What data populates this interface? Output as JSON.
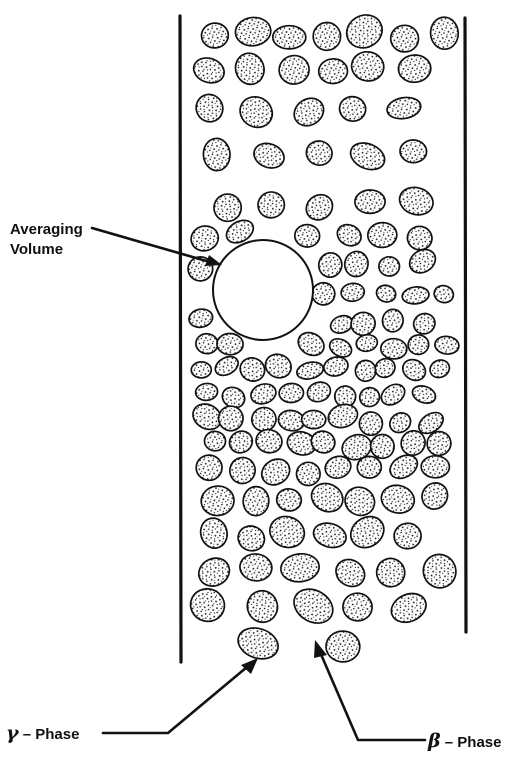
{
  "figure": {
    "labels": {
      "averaging_volume_line1": "Averaging",
      "averaging_volume_line2": "Volume",
      "gamma_symbol": "γ",
      "gamma_suffix": " – Phase",
      "beta_symbol": "β",
      "beta_suffix": " – Phase"
    },
    "colors": {
      "ink": "#111111",
      "background": "#ffffff"
    }
  }
}
